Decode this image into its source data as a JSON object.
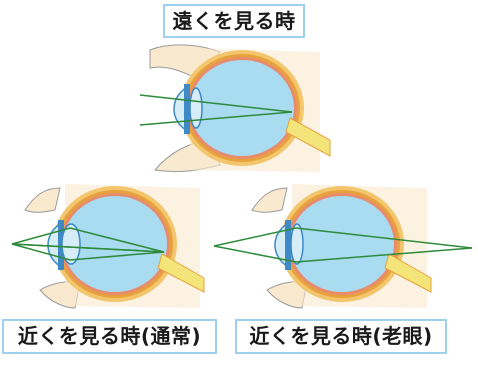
{
  "labels": {
    "far": "遠くを見る時",
    "near_normal": "近くを見る時(通常)",
    "near_presbyopia": "近くを見る時(老眼)"
  },
  "colors": {
    "face_skin": "#f9e9cf",
    "face_outline": "#9b9b9b",
    "sclera_outer": "#f3c66e",
    "sclera_inner": "#e7a23e",
    "choroid": "#e88c6c",
    "vitreous": "#a9dbf1",
    "iris": "#3f89c7",
    "lens": "#d6ecf6",
    "optic_nerve": "#f3e57a",
    "light_ray": "#2e8b3a",
    "label_border": "#9fd0ee"
  }
}
